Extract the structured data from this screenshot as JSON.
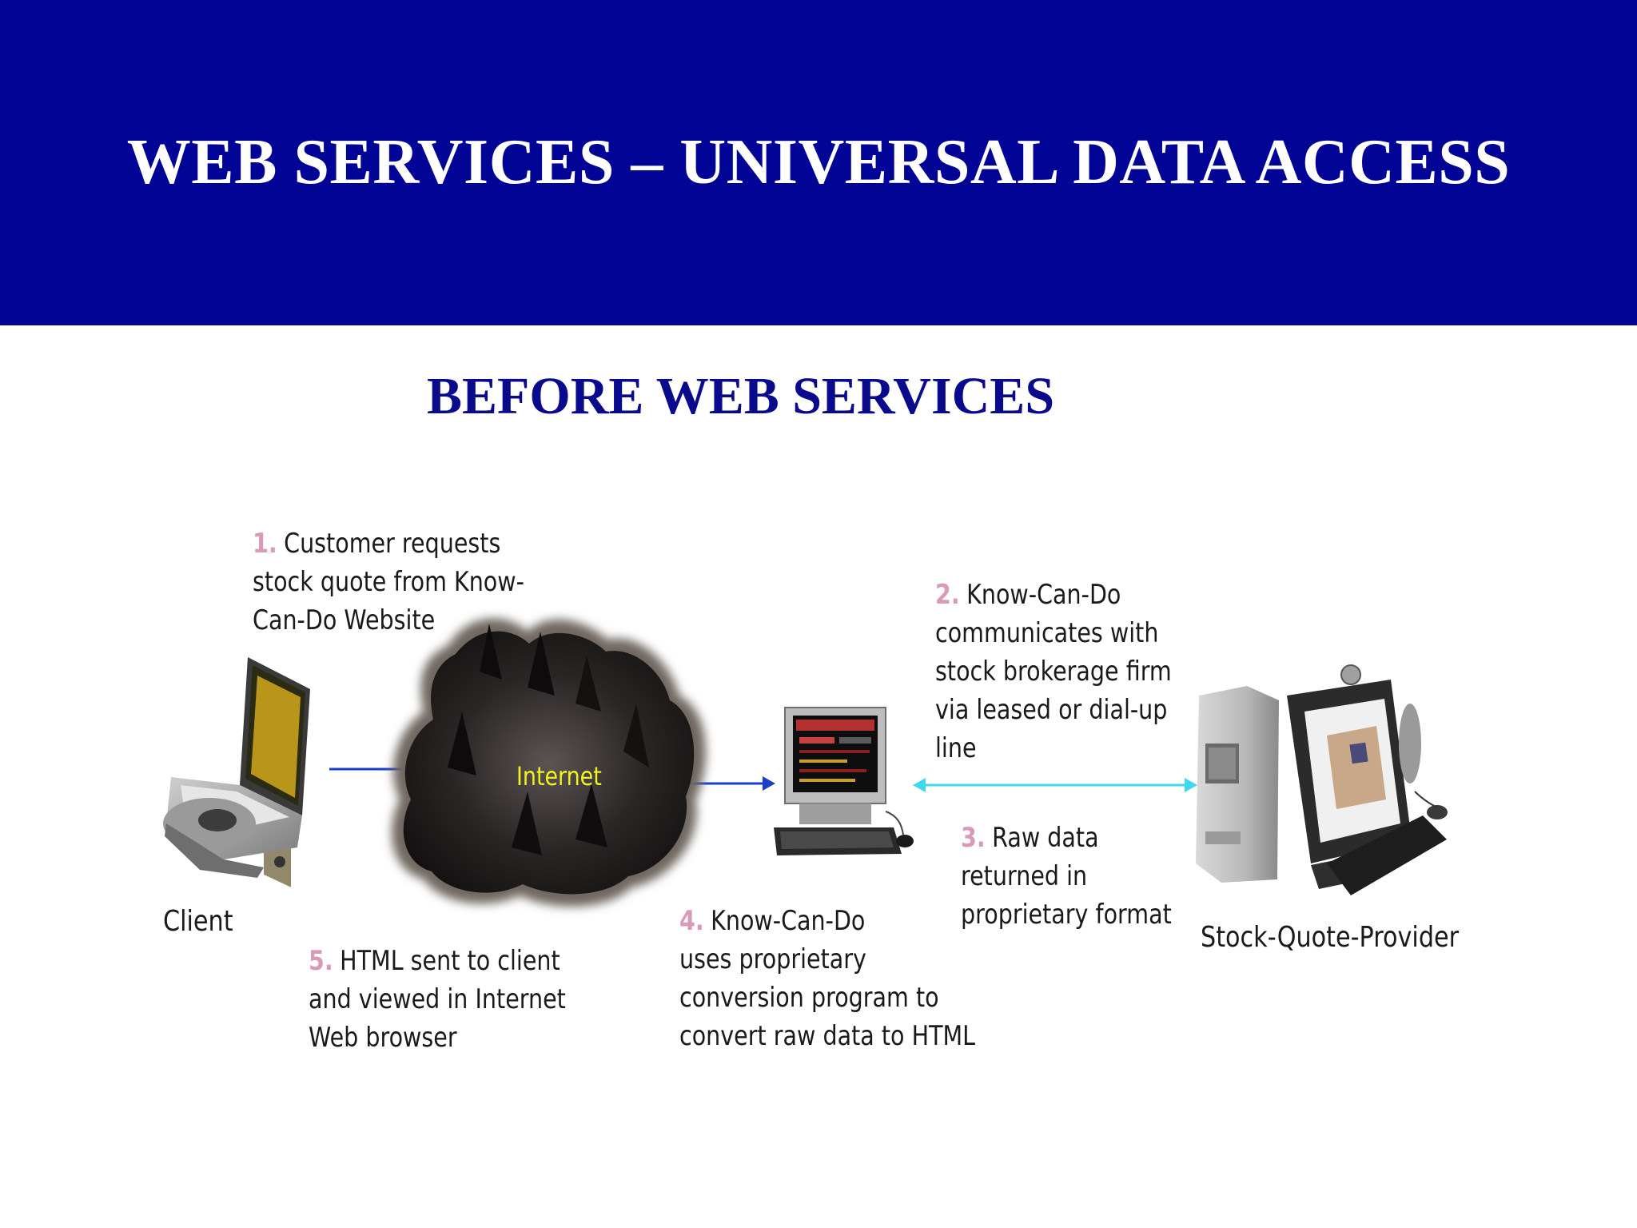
{
  "slide": {
    "title": "WEB SERVICES – UNIVERSAL DATA ACCESS",
    "subtitle": "BEFORE WEB SERVICES",
    "header_color": "#020496"
  },
  "diagram": {
    "nodes": {
      "client": "Client",
      "internet": "Internet",
      "provider": "Stock-Quote-Provider"
    },
    "steps": [
      {
        "num": "1.",
        "lines": [
          "Customer requests",
          "stock quote from Know-",
          "Can-Do Website"
        ]
      },
      {
        "num": "2.",
        "lines": [
          "Know-Can-Do",
          "communicates with",
          "stock brokerage firm",
          "via leased or dial-up",
          "line"
        ]
      },
      {
        "num": "3.",
        "lines": [
          "Raw data",
          "returned in",
          "proprietary format"
        ]
      },
      {
        "num": "4.",
        "lines": [
          "Know-Can-Do",
          "uses proprietary",
          "conversion program to",
          "convert raw data to HTML"
        ]
      },
      {
        "num": "5.",
        "lines": [
          "HTML sent to client",
          "and viewed in Internet",
          "Web browser"
        ]
      }
    ],
    "colors": {
      "step_number": "#d99ab7",
      "internet_text": "#f2f21c",
      "client_link": "#1a3fc8",
      "provider_link": "#3fd8ee"
    }
  }
}
